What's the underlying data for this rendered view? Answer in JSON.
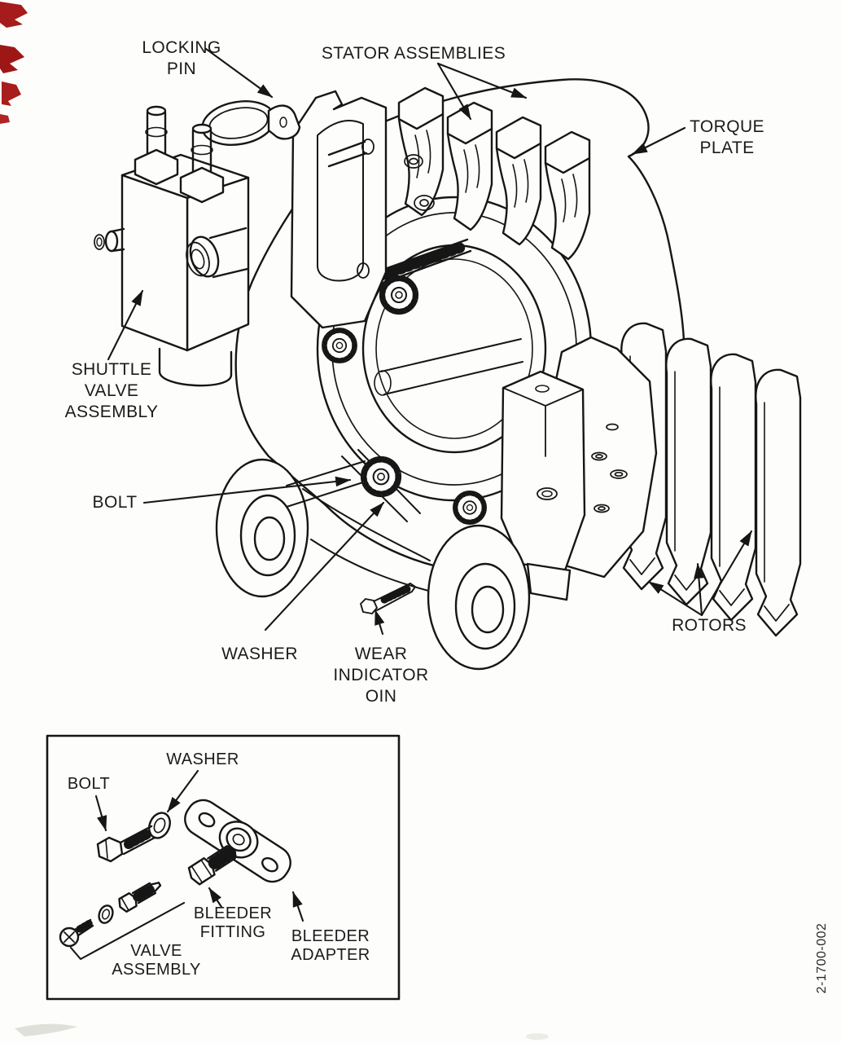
{
  "page": {
    "background": "#fdfdfb",
    "ink": "#161616",
    "accent_red": "#a61b1b"
  },
  "diagram": {
    "labels": {
      "locking_pin": "LOCKING\nPIN",
      "stator_assemblies": "STATOR ASSEMBLIES",
      "torque_plate": "TORQUE\nPLATE",
      "shuttle_valve_assembly": "SHUTTLE\nVALVE\nASSEMBLY",
      "bolt": "BOLT",
      "washer": "WASHER",
      "wear_indicator_pin": "WEAR\nINDICATOR\nOIN",
      "rotors": "ROTORS"
    },
    "inset": {
      "labels": {
        "washer": "WASHER",
        "bolt": "BOLT",
        "bleeder_fitting": "BLEEDER\nFITTING",
        "bleeder_adapter": "BLEEDER\nADAPTER",
        "valve_assembly": "VALVE\nASSEMBLY"
      }
    },
    "part_number": "2-1700-002"
  }
}
